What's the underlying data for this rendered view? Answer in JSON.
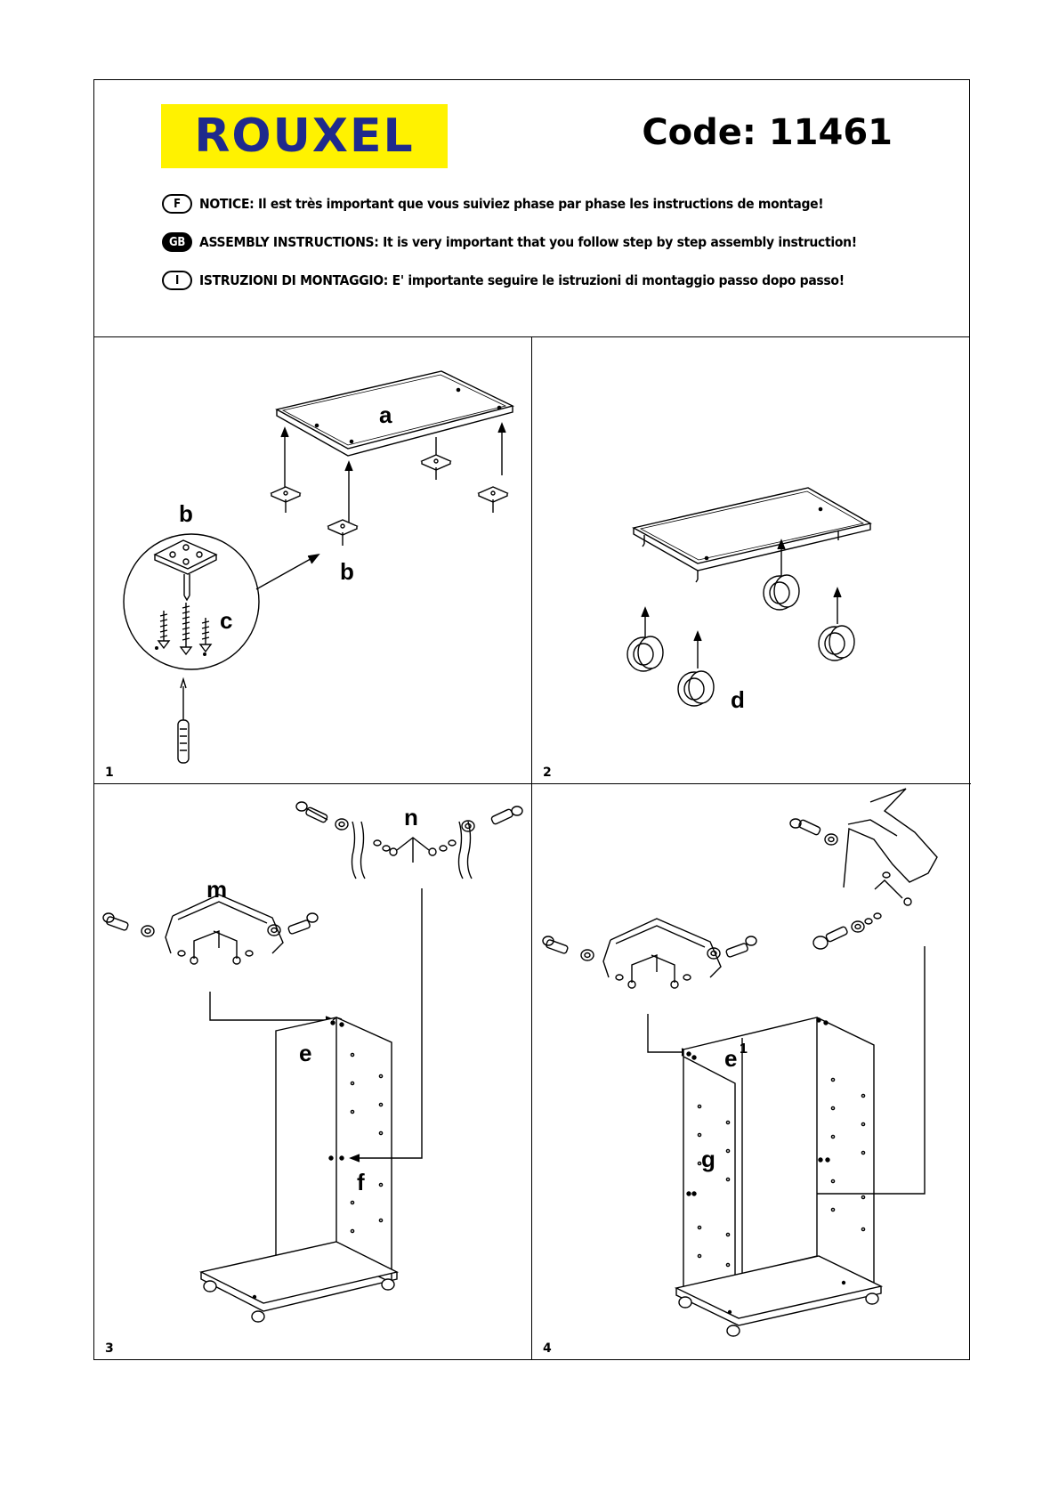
{
  "header": {
    "brand": "ROUXEL",
    "code_label": "Code: 11461",
    "notices": [
      {
        "flag": "F",
        "text": "NOTICE: Il est très important que vous suiviez phase par phase les instructions de montage!"
      },
      {
        "flag": "GB",
        "text": "ASSEMBLY INSTRUCTIONS: It is very important that you follow step by step assembly instruction!"
      },
      {
        "flag": "I",
        "text": "ISTRUZIONI DI MONTAGGIO: E' importante seguire le istruzioni di montaggio passo dopo passo!"
      }
    ]
  },
  "steps": [
    {
      "number": "1",
      "labels": {
        "a": "a",
        "b1": "b",
        "b2": "b",
        "c": "c"
      }
    },
    {
      "number": "2",
      "labels": {
        "d": "d"
      }
    },
    {
      "number": "3",
      "labels": {
        "n": "n",
        "m": "m",
        "e": "e",
        "f": "f"
      }
    },
    {
      "number": "4",
      "labels": {
        "e1": "e",
        "e1_sup": "1",
        "g": "g"
      }
    }
  ]
}
